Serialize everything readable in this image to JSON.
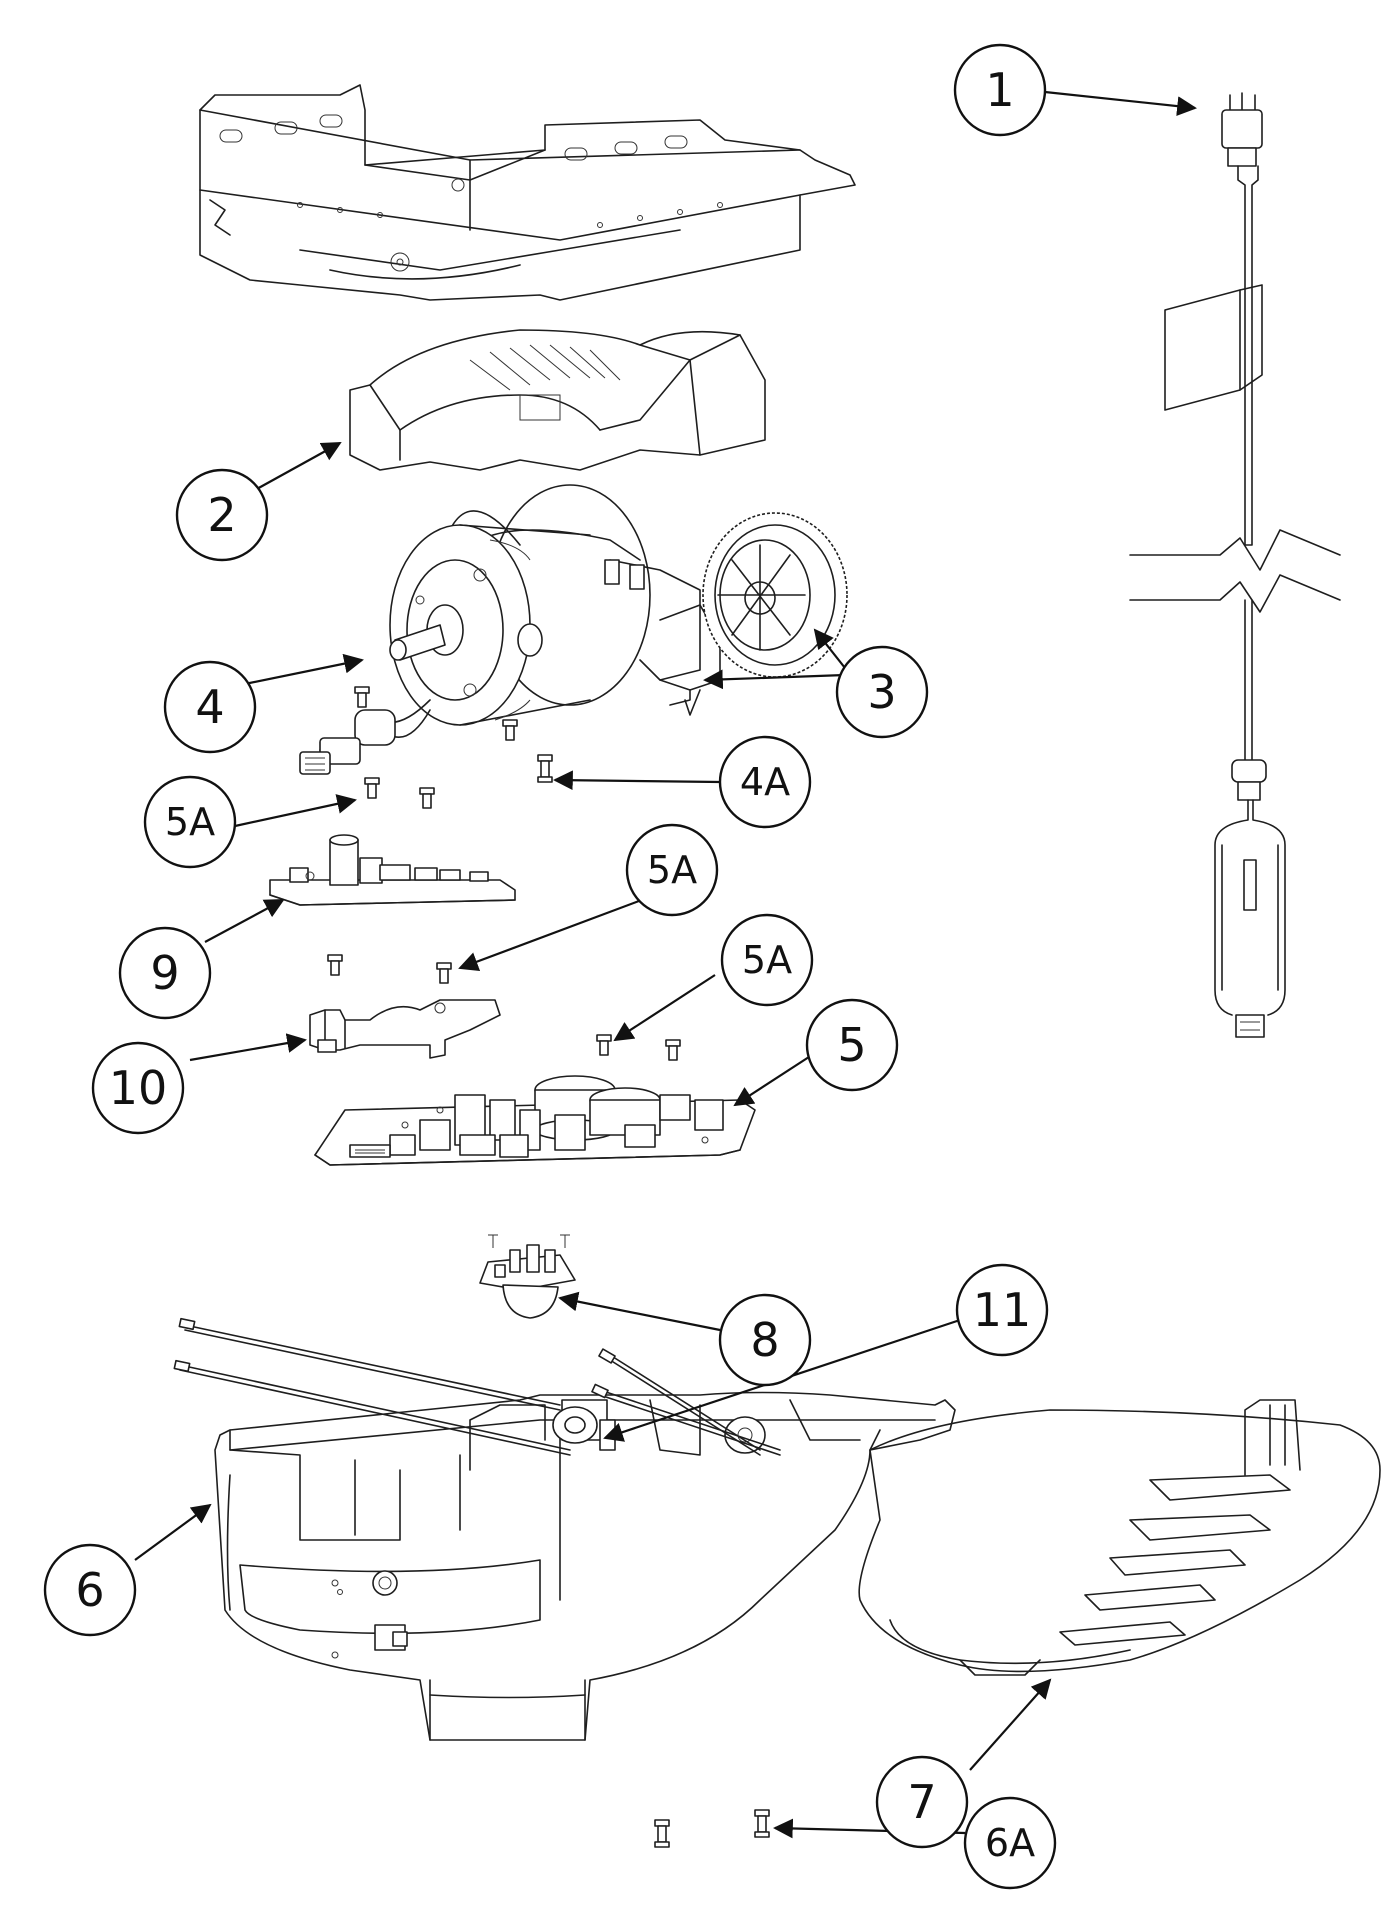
{
  "callouts": [
    {
      "label": "1"
    },
    {
      "label": "2"
    },
    {
      "label": "3"
    },
    {
      "label": "4"
    },
    {
      "label": "4A"
    },
    {
      "label": "5A"
    },
    {
      "label": "5A"
    },
    {
      "label": "5A"
    },
    {
      "label": "9"
    },
    {
      "label": "10"
    },
    {
      "label": "5"
    },
    {
      "label": "8"
    },
    {
      "label": "11"
    },
    {
      "label": "6"
    },
    {
      "label": "7"
    },
    {
      "label": "6A"
    }
  ]
}
